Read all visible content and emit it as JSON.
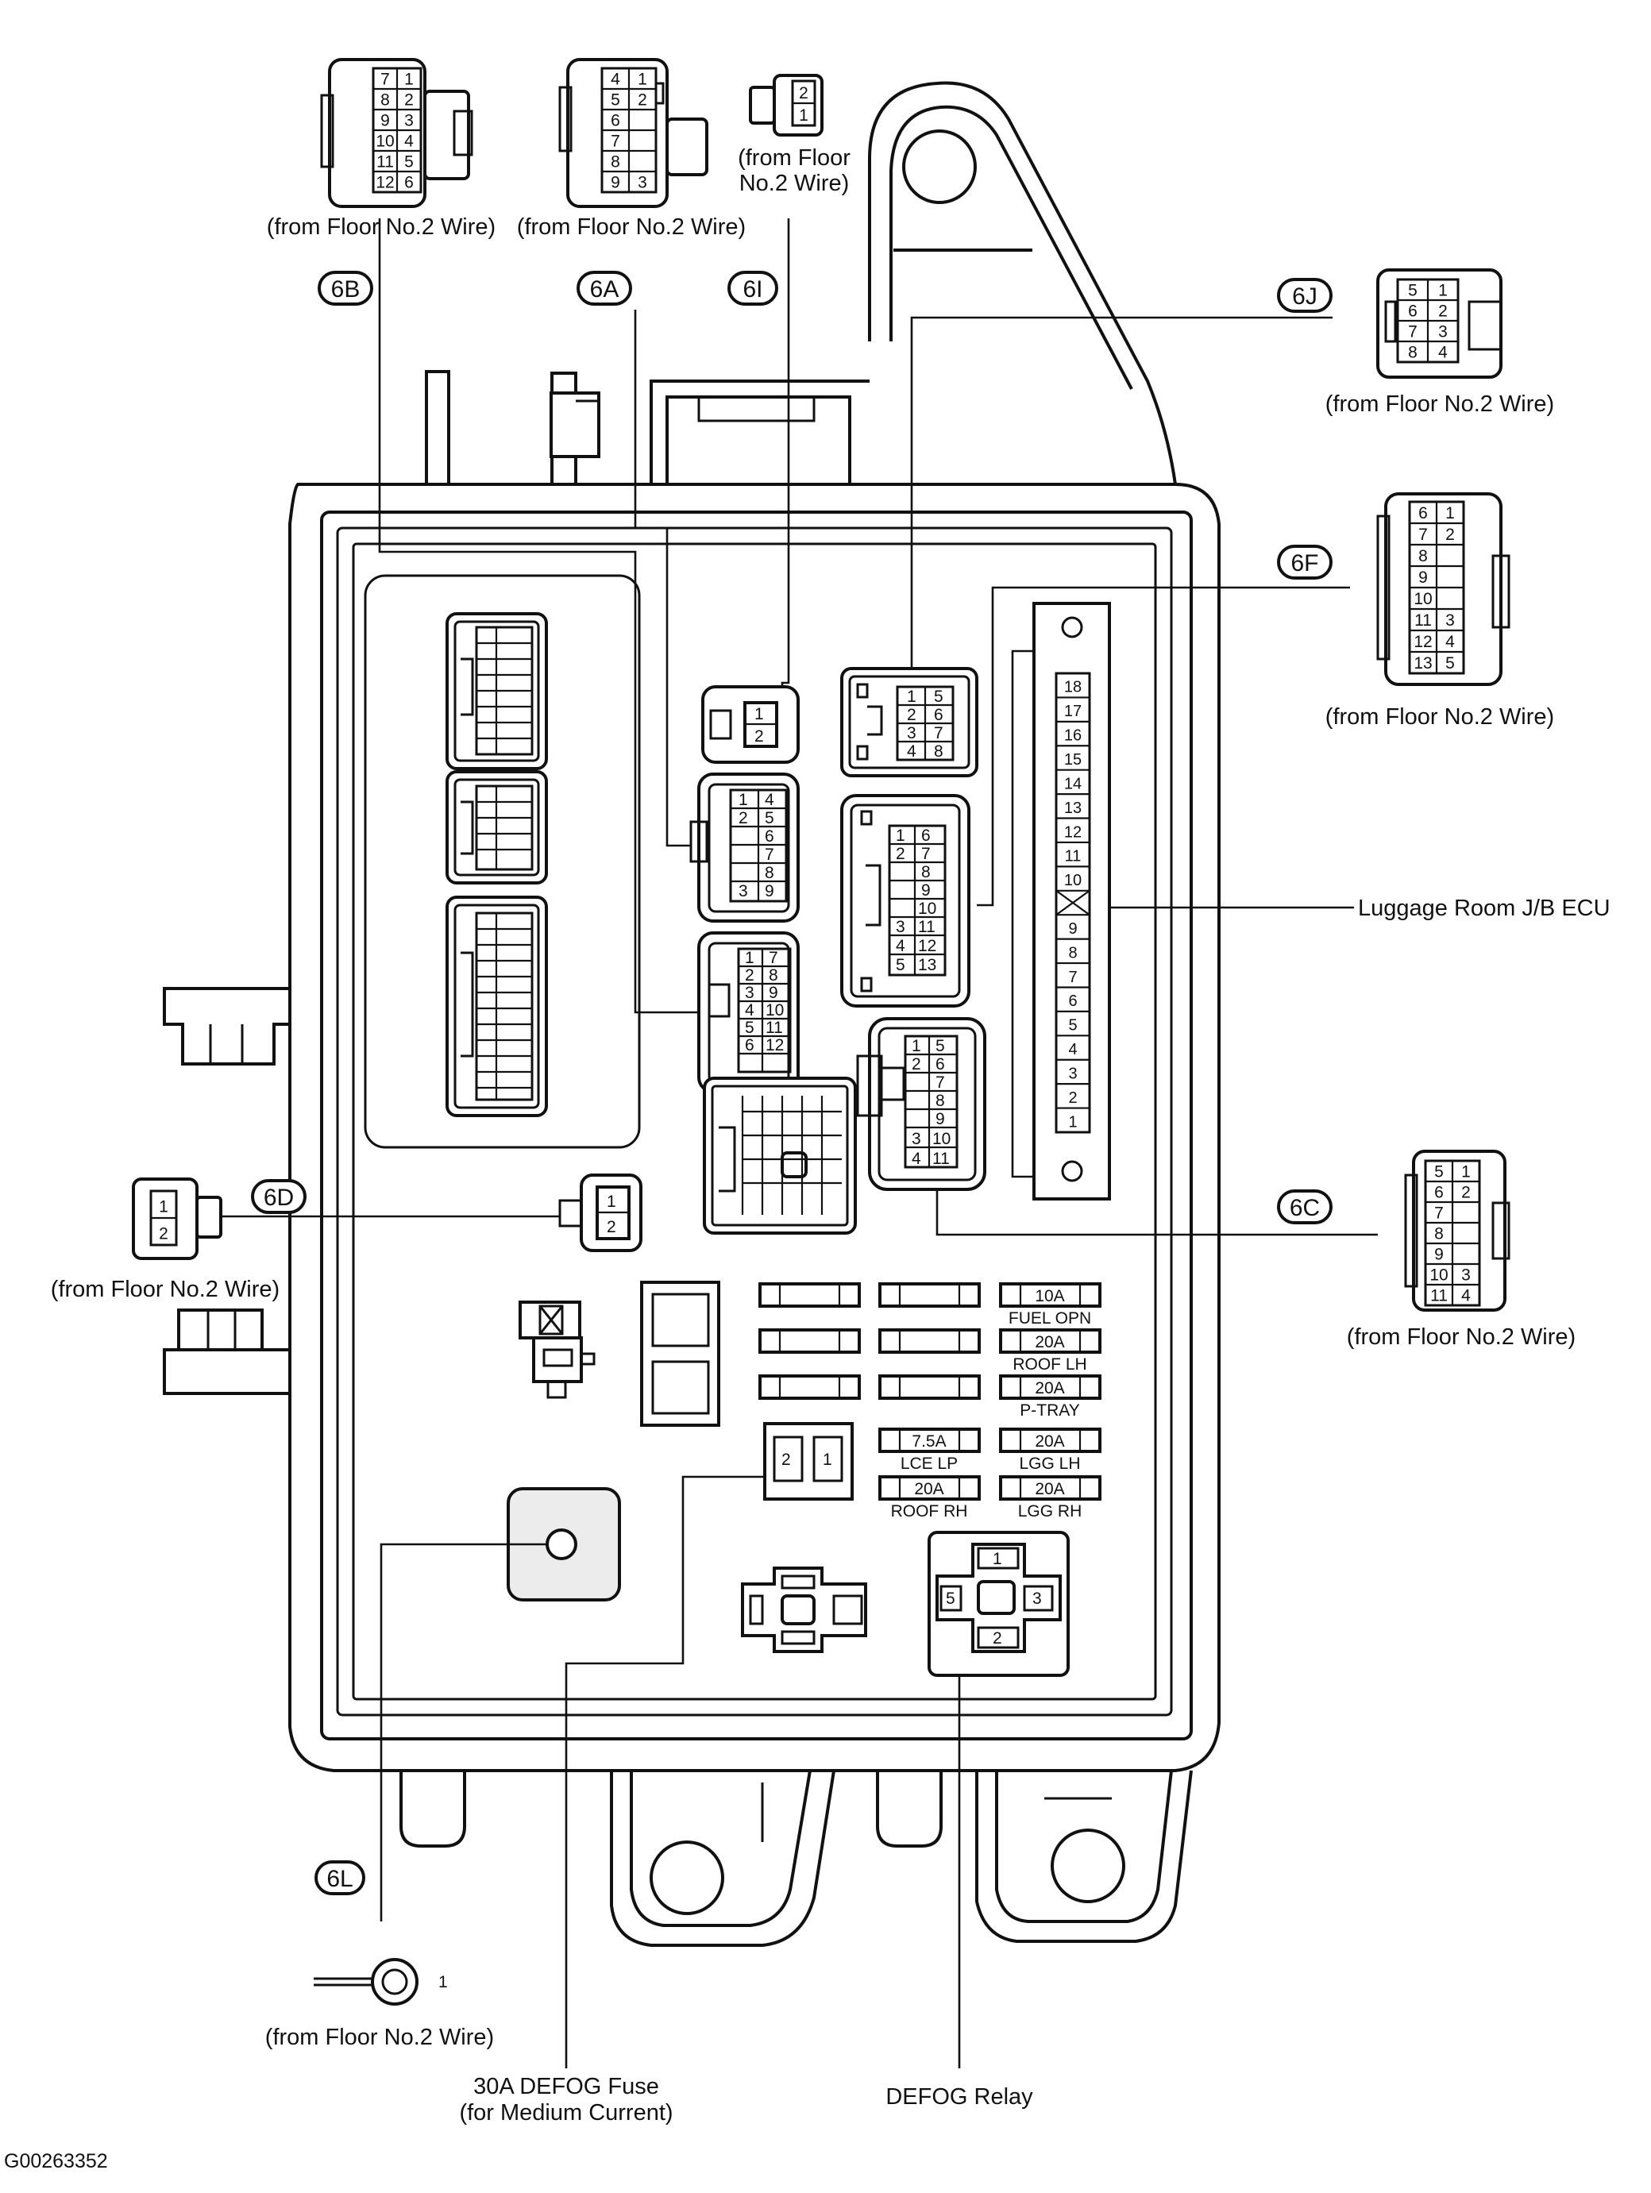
{
  "diagram": {
    "figure_id": "G00263352",
    "components": [
      {
        "code": "6B",
        "source": "(from Floor No.2 Wire)",
        "pins": [
          [
            "7",
            "1"
          ],
          [
            "8",
            "2"
          ],
          [
            "9",
            "3"
          ],
          [
            "10",
            "4"
          ],
          [
            "11",
            "5"
          ],
          [
            "12",
            "6"
          ]
        ]
      },
      {
        "code": "6A",
        "source": "(from Floor No.2 Wire)",
        "pins": [
          [
            "4",
            "1"
          ],
          [
            "5",
            "2"
          ],
          [
            "6",
            ""
          ],
          [
            "7",
            ""
          ],
          [
            "8",
            ""
          ],
          [
            "9",
            "3"
          ]
        ]
      },
      {
        "code": "6I",
        "source_line1": "(from Floor",
        "source_line2": "No.2 Wire)",
        "pins": [
          [
            "2"
          ],
          [
            "1"
          ]
        ]
      },
      {
        "code": "6J",
        "source": "(from Floor No.2 Wire)",
        "pins": [
          [
            "5",
            "1"
          ],
          [
            "6",
            "2"
          ],
          [
            "7",
            "3"
          ],
          [
            "8",
            "4"
          ]
        ]
      },
      {
        "code": "6F",
        "source": "(from Floor No.2 Wire)",
        "pins": [
          [
            "6",
            "1"
          ],
          [
            "7",
            "2"
          ],
          [
            "8",
            ""
          ],
          [
            "9",
            ""
          ],
          [
            "10",
            ""
          ],
          [
            "11",
            "3"
          ],
          [
            "12",
            "4"
          ],
          [
            "13",
            "5"
          ]
        ]
      },
      {
        "code": "6C",
        "source": "(from Floor No.2 Wire)",
        "pins": [
          [
            "5",
            "1"
          ],
          [
            "6",
            "2"
          ],
          [
            "7",
            ""
          ],
          [
            "8",
            ""
          ],
          [
            "9",
            ""
          ],
          [
            "10",
            "3"
          ],
          [
            "11",
            "4"
          ]
        ]
      },
      {
        "code": "6D",
        "source": "(from Floor No.2 Wire)",
        "pins": [
          [
            "1"
          ],
          [
            "2"
          ]
        ]
      },
      {
        "code": "6L",
        "source": "(from Floor No.2 Wire)",
        "terminal": "1"
      }
    ],
    "ecu": {
      "label": "Luggage Room J/B ECU",
      "pins": [
        "18",
        "17",
        "16",
        "15",
        "14",
        "13",
        "12",
        "11",
        "10",
        "",
        "9",
        "8",
        "7",
        "6",
        "5",
        "4",
        "3",
        "2",
        "1"
      ]
    },
    "fuse_block": {
      "col3": [
        {
          "amp": "10A",
          "name": "FUEL OPN"
        },
        {
          "amp": "20A",
          "name": "ROOF LH"
        },
        {
          "amp": "20A",
          "name": "P-TRAY"
        },
        {
          "amp": "20A",
          "name": "LGG LH"
        },
        {
          "amp": "20A",
          "name": "LGG RH"
        }
      ],
      "col2_lower": [
        {
          "amp": "7.5A",
          "name": "LCE LP"
        },
        {
          "amp": "20A",
          "name": "ROOF RH"
        }
      ]
    },
    "defog_fuse": {
      "label_line1": "30A DEFOG Fuse",
      "label_line2": "(for Medium Current)",
      "pins": [
        "2",
        "1"
      ]
    },
    "defog_relay": {
      "label": "DEFOG Relay",
      "pins": [
        "1",
        "5",
        "3",
        "2"
      ]
    },
    "board_6b": {
      "pins": [
        "1",
        "2",
        "3",
        "4",
        "5",
        "6",
        "7",
        "8",
        "9",
        "10",
        "11",
        "12"
      ]
    },
    "board_6a": {
      "pins": [
        "1",
        "4",
        "2",
        "5",
        "6",
        "7",
        "8",
        "3",
        "9"
      ]
    },
    "board_6i": {
      "pins": [
        "1",
        "2"
      ]
    },
    "board_6j": {
      "pins": [
        "1",
        "5",
        "2",
        "6",
        "3",
        "7",
        "4",
        "8"
      ]
    },
    "board_6f": {
      "pins": [
        "1",
        "6",
        "2",
        "7",
        "8",
        "9",
        "10",
        "3",
        "11",
        "4",
        "12",
        "5",
        "13"
      ]
    },
    "board_6c": {
      "pins": [
        "1",
        "5",
        "2",
        "6",
        "7",
        "8",
        "9",
        "3",
        "10",
        "4",
        "11"
      ]
    },
    "board_6d": {
      "pins": [
        "1",
        "2"
      ]
    }
  }
}
